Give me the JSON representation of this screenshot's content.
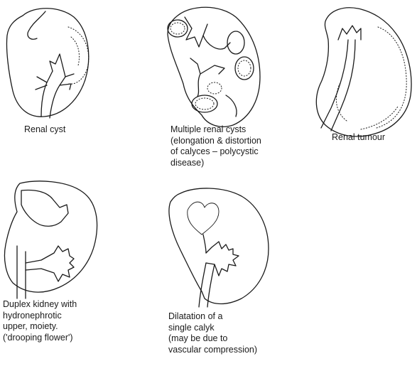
{
  "panels": [
    {
      "id": "renal-cyst",
      "caption": [
        "Renal cyst"
      ]
    },
    {
      "id": "multiple-renal-cysts",
      "caption": [
        "Multiple renal cysts",
        "(elongation & distortion",
        "of calyces – polycystic",
        "disease)"
      ]
    },
    {
      "id": "renal-tumour",
      "caption": [
        "Renal tumour"
      ]
    },
    {
      "id": "duplex-kidney",
      "caption": [
        "Duplex kidney with",
        "hydronephrotic",
        "upper, moiety.",
        "('drooping flower')"
      ]
    },
    {
      "id": "dilatation-single-calyk",
      "caption": [
        "Dilatation of a",
        "single calyk",
        "(may be due to",
        "vascular compression)"
      ]
    }
  ]
}
